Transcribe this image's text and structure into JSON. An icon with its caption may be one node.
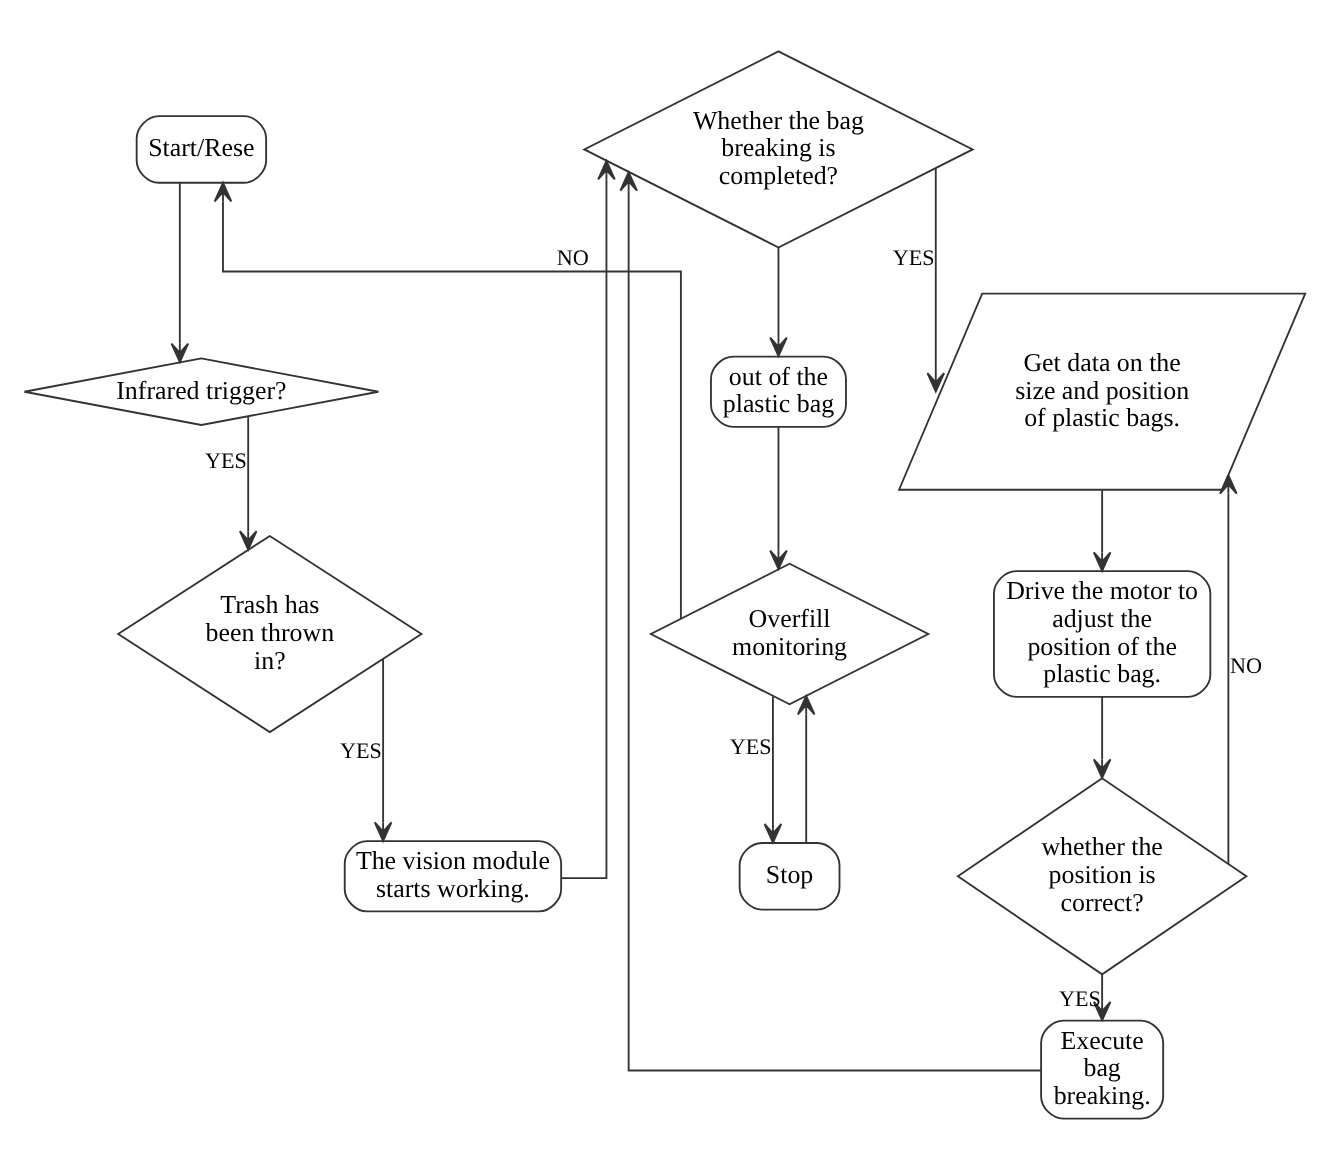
{
  "diagram": {
    "nodes": [
      {
        "text": [
          "Start/Rese"
        ]
      },
      {
        "text": [
          "Infrared trigger?"
        ]
      },
      {
        "text": [
          "Trash has been thrown in?"
        ]
      },
      {
        "text": [
          "The vision module starts working."
        ]
      },
      {
        "text": [
          "Whether the bag breaking is completed?"
        ]
      },
      {
        "text": [
          "Get data on the size and position of plastic bags."
        ]
      },
      {
        "text": [
          "Drive the motor to adjust the position of the plastic bag."
        ]
      },
      {
        "text": [
          "whether the position is correct?"
        ]
      },
      {
        "text": [
          "Execute bag breaking."
        ]
      },
      {
        "text": [
          "out of the plastic bag"
        ]
      },
      {
        "text": [
          "Overfill monitoring"
        ]
      },
      {
        "text": [
          "Stop"
        ]
      }
    ],
    "edges": [
      {
        "from": 0,
        "to": 1,
        "arrow": "to"
      },
      {
        "from": 1,
        "to": 2,
        "arrow": "to",
        "label": "YES"
      },
      {
        "from": 2,
        "to": 3,
        "arrow": "to",
        "label": "YES"
      },
      {
        "from": 3,
        "to": 4,
        "arrow": "to"
      },
      {
        "from": 4,
        "to": 5,
        "arrow": "to",
        "label": "YES"
      },
      {
        "from": 4,
        "to": 9,
        "arrow": "to"
      },
      {
        "from": 5,
        "to": 6,
        "arrow": "to"
      },
      {
        "from": 6,
        "to": 7,
        "arrow": "to"
      },
      {
        "from": 7,
        "to": 5,
        "arrow": "to",
        "label": "NO"
      },
      {
        "from": 7,
        "to": 8,
        "arrow": "to",
        "label": "YES"
      },
      {
        "from": 8,
        "to": 4,
        "arrow": "to"
      },
      {
        "from": 9,
        "to": 10,
        "arrow": "to"
      },
      {
        "from": 10,
        "to": 11,
        "arrow": "to",
        "label": "YES"
      },
      {
        "from": 11,
        "to": 10,
        "arrow": "to"
      },
      {
        "from": 10,
        "to": 0,
        "arrow": "to",
        "label": "NO"
      }
    ]
  }
}
